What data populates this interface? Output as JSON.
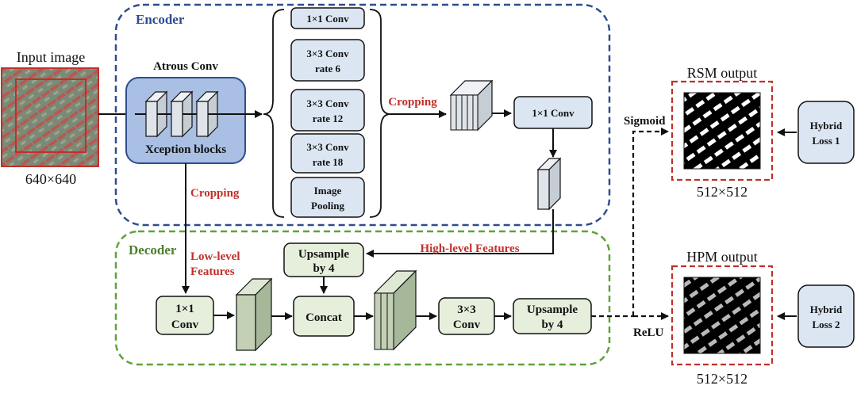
{
  "input": {
    "title": "Input image",
    "size": "640×640"
  },
  "encoder": {
    "title": "Encoder",
    "atrous_title": "Atrous Conv",
    "xception_label": "Xception blocks",
    "aspp": [
      {
        "lines": [
          "1×1 Conv"
        ]
      },
      {
        "lines": [
          "3×3 Conv",
          "rate 6"
        ]
      },
      {
        "lines": [
          "3×3 Conv",
          "rate 12"
        ]
      },
      {
        "lines": [
          "3×3 Conv",
          "rate 18"
        ]
      },
      {
        "lines": [
          "Image",
          "Pooling"
        ]
      }
    ],
    "cropping_label": "Cropping",
    "conv1x1_label": "1×1 Conv"
  },
  "decoder": {
    "title": "Decoder",
    "cropping_label": "Cropping",
    "low_level_lines": [
      "Low-level",
      "Features"
    ],
    "high_level_label": "High-level Features",
    "conv1x1_lines": [
      "1×1",
      "Conv"
    ],
    "upsample_top_lines": [
      "Upsample",
      "by 4"
    ],
    "concat_label": "Concat",
    "conv3x3_lines": [
      "3×3",
      "Conv"
    ],
    "upsample_right_lines": [
      "Upsample",
      "by 4"
    ]
  },
  "outputs": {
    "sigmoid_label": "Sigmoid",
    "relu_label": "ReLU",
    "rsm": {
      "title": "RSM output",
      "size": "512×512",
      "loss_lines": [
        "Hybrid",
        "Loss 1"
      ]
    },
    "hpm": {
      "title": "HPM output",
      "size": "512×512",
      "loss_lines": [
        "Hybrid",
        "Loss 2"
      ]
    }
  },
  "colors": {
    "encoder_border": "#2e4d8f",
    "decoder_border": "#5fa33a",
    "output_border": "#c0302b",
    "block_blue": "#dce6f2",
    "block_green": "#e6efdb",
    "xception_fill": "#a9bfe3",
    "text_red": "#c0302b"
  }
}
